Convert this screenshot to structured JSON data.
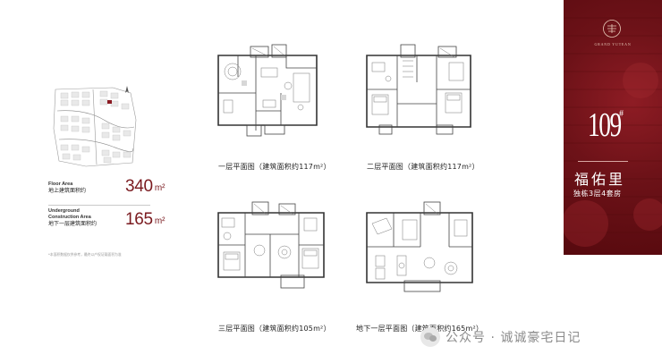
{
  "brand": {
    "logo_text": "GRAND YUTEAN",
    "building_number": "109",
    "building_number_mark": "#",
    "name": "福佑里",
    "description": "独栋3层4套房",
    "colors": {
      "panel": "#6d1218",
      "accent": "#7a1a1f"
    }
  },
  "areas": {
    "floor": {
      "en": "Floor Area",
      "cn": "地上建筑面积约",
      "value": "340",
      "unit": "m²"
    },
    "underground": {
      "en_line1": "Underground",
      "en_line2": "Construction Area",
      "cn": "地下一层建筑面积约",
      "value": "165",
      "unit": "m²"
    },
    "footnote": "*本面积数据仅供参考，最终以产权证载面积为准"
  },
  "plans": [
    {
      "caption": "一层平面图（建筑面积约117m²）"
    },
    {
      "caption": "二层平面图（建筑面积约117m²）"
    },
    {
      "caption": "三层平面图（建筑面积约105m²）"
    },
    {
      "caption": "地下一层平面图（建筑面积约165m²）"
    }
  ],
  "watermark": {
    "text": "公众号 · 诚诚豪宅日记",
    "icon": "wechat-icon"
  }
}
